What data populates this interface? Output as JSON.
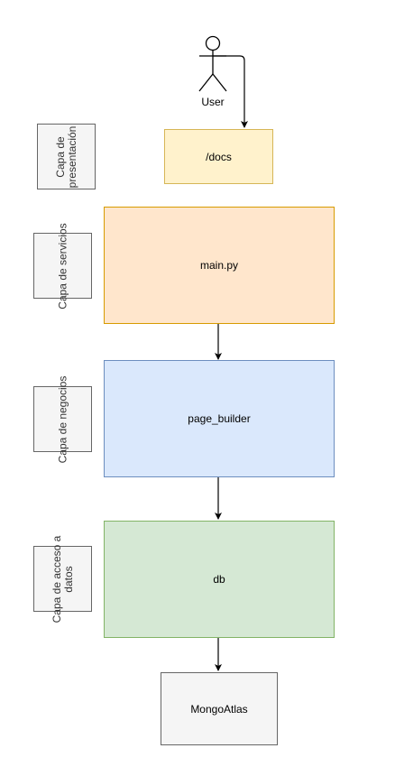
{
  "actor": {
    "label": "User"
  },
  "layers": [
    {
      "label": "Capa de presentación"
    },
    {
      "label": "Capa de servicios"
    },
    {
      "label": "Capa de negocios"
    },
    {
      "label": "Capa de acceso a datos"
    }
  ],
  "nodes": {
    "docs": {
      "label": "/docs",
      "fill": "#fff2cc",
      "stroke": "#d6b656"
    },
    "main": {
      "label": "main.py",
      "fill": "#ffe6cc",
      "stroke": "#d79b00"
    },
    "page_builder": {
      "label": "page_builder",
      "fill": "#dae8fc",
      "stroke": "#6c8ebf"
    },
    "db": {
      "label": "db",
      "fill": "#d5e8d4",
      "stroke": "#82b366"
    },
    "mongo": {
      "label": "MongoAtlas",
      "fill": "#f5f5f5",
      "stroke": "#666666"
    }
  }
}
